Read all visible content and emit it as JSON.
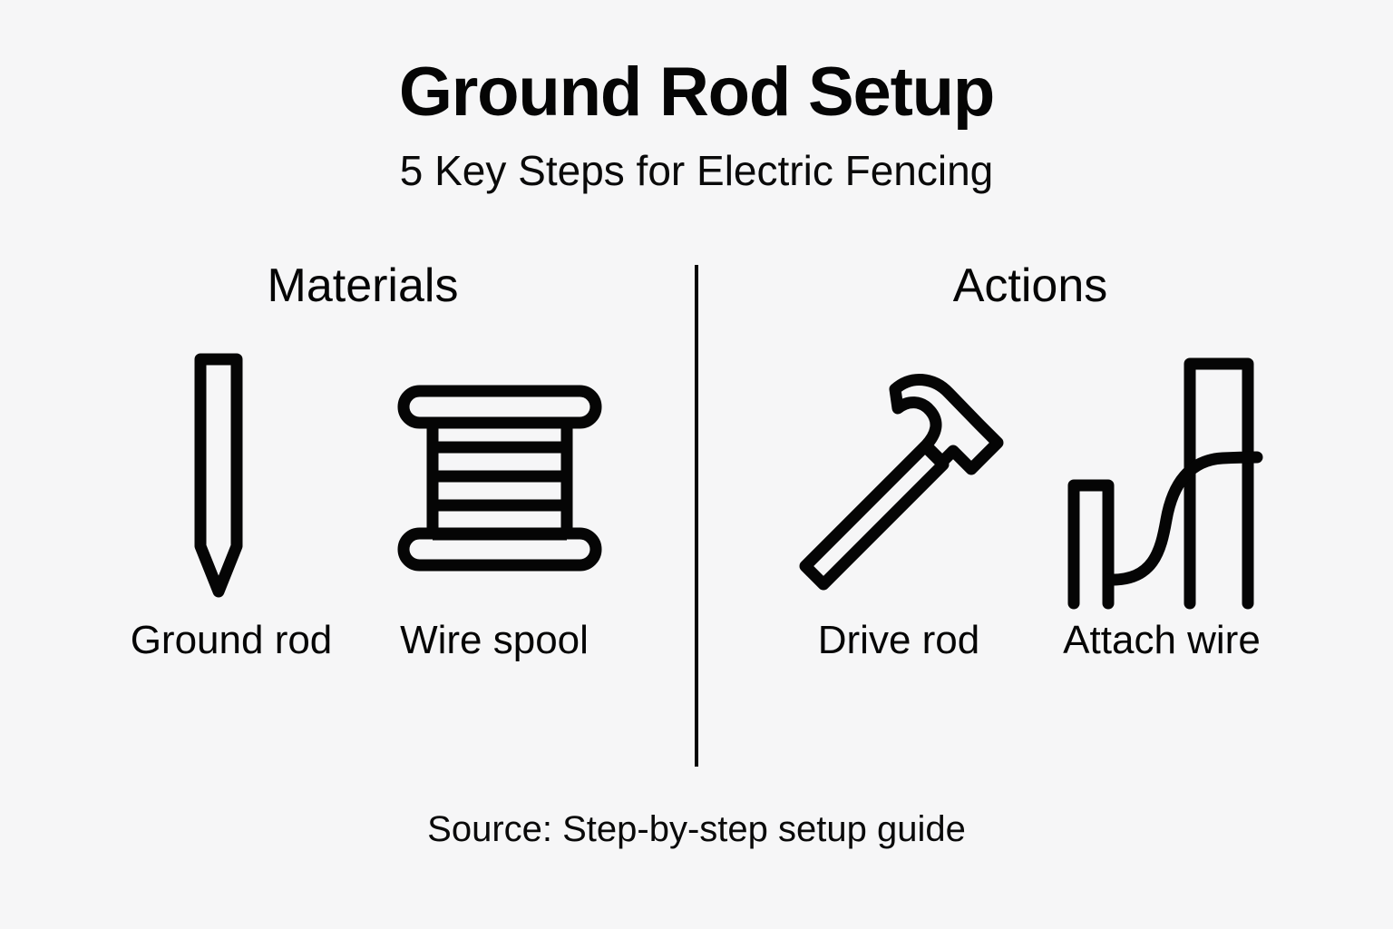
{
  "theme": {
    "background": "#f6f6f7",
    "ink": "#050505"
  },
  "header": {
    "title": "Ground Rod Setup",
    "subtitle": "5 Key Steps for Electric Fencing"
  },
  "columns": [
    {
      "heading": "Materials",
      "items": [
        {
          "label": "Ground rod",
          "icon": "ground-rod-icon"
        },
        {
          "label": "Wire spool",
          "icon": "wire-spool-icon"
        }
      ]
    },
    {
      "heading": "Actions",
      "items": [
        {
          "label": "Drive rod",
          "icon": "hammer-icon"
        },
        {
          "label": "Attach wire",
          "icon": "post-and-wire-icon"
        }
      ]
    }
  ],
  "footer": {
    "source": "Source: Step-by-step setup guide"
  }
}
